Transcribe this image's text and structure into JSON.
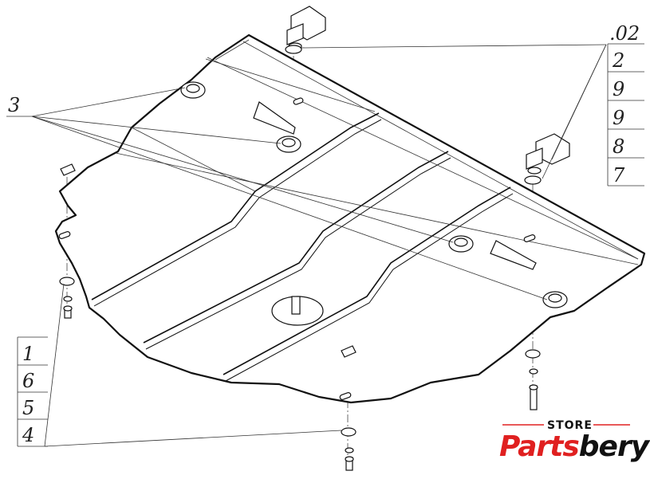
{
  "part_label": ".02",
  "right_labels": [
    "2",
    "9",
    "9",
    "8",
    "7"
  ],
  "left_labels": [
    "1",
    "6",
    "5",
    "4"
  ],
  "callout_label": "3",
  "logo": {
    "store": "STORE",
    "brand_red": "Parts",
    "brand_black": "bery",
    "accent_color": "#e02020",
    "dark_color": "#111111"
  }
}
